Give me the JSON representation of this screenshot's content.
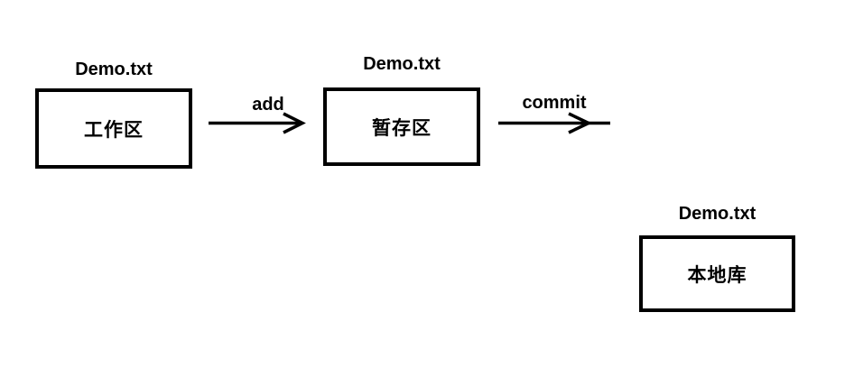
{
  "diagram": {
    "colors": {
      "background": "#ffffff",
      "ink": "#000000"
    },
    "nodes": [
      {
        "id": "working-area",
        "file": "Demo.txt",
        "label": "工作区"
      },
      {
        "id": "staging-area",
        "file": "Demo.txt",
        "label": "暂存区"
      },
      {
        "id": "local-repo",
        "file": "Demo.txt",
        "label": "本地库"
      }
    ],
    "edges": [
      {
        "id": "add",
        "label": "add",
        "from": "working-area",
        "to": "staging-area"
      },
      {
        "id": "commit",
        "label": "commit",
        "from": "staging-area",
        "to": "local-repo"
      }
    ]
  }
}
